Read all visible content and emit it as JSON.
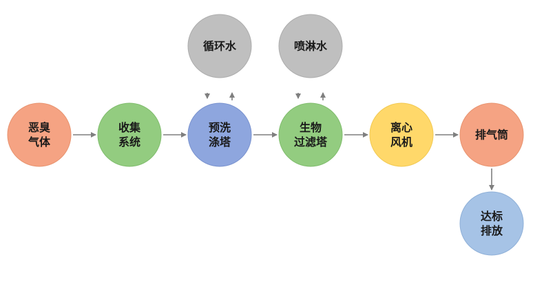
{
  "diagram": {
    "nodes": [
      {
        "id": "odor_gas",
        "lines": [
          "恶臭",
          "气体"
        ],
        "fill": "#f5a383",
        "stroke": "#e89470"
      },
      {
        "id": "collection_system",
        "lines": [
          "收集",
          "系统"
        ],
        "fill": "#93cc80",
        "stroke": "#80bd6d"
      },
      {
        "id": "prewash_tower",
        "lines": [
          "预洗",
          "涤塔"
        ],
        "fill": "#8ea6de",
        "stroke": "#7a93cf"
      },
      {
        "id": "bio_filter_tower",
        "lines": [
          "生物",
          "过滤塔"
        ],
        "fill": "#93cc80",
        "stroke": "#80bd6d"
      },
      {
        "id": "centrifugal_fan",
        "lines": [
          "离心",
          "风机"
        ],
        "fill": "#ffd86a",
        "stroke": "#f2c952"
      },
      {
        "id": "exhaust_stack",
        "lines": [
          "排气筒"
        ],
        "fill": "#f5a383",
        "stroke": "#e89470"
      },
      {
        "id": "compliant_discharge",
        "lines": [
          "达标",
          "排放"
        ],
        "fill": "#a6c3e6",
        "stroke": "#8fb0d8"
      },
      {
        "id": "circulating_water",
        "lines": [
          "循环水"
        ],
        "fill": "#bfbfbf",
        "stroke": "#adadad"
      },
      {
        "id": "spray_water",
        "lines": [
          "喷淋水"
        ],
        "fill": "#bfbfbf",
        "stroke": "#adadad"
      }
    ],
    "edges": [
      {
        "from": "odor_gas",
        "to": "collection_system"
      },
      {
        "from": "collection_system",
        "to": "prewash_tower"
      },
      {
        "from": "prewash_tower",
        "to": "bio_filter_tower"
      },
      {
        "from": "bio_filter_tower",
        "to": "centrifugal_fan"
      },
      {
        "from": "centrifugal_fan",
        "to": "exhaust_stack"
      },
      {
        "from": "exhaust_stack",
        "to": "compliant_discharge"
      },
      {
        "from": "circulating_water",
        "to": "prewash_tower"
      },
      {
        "from": "prewash_tower",
        "to": "circulating_water"
      },
      {
        "from": "spray_water",
        "to": "bio_filter_tower"
      },
      {
        "from": "bio_filter_tower",
        "to": "spray_water"
      }
    ],
    "arrow_color": "#7f7f7f"
  }
}
